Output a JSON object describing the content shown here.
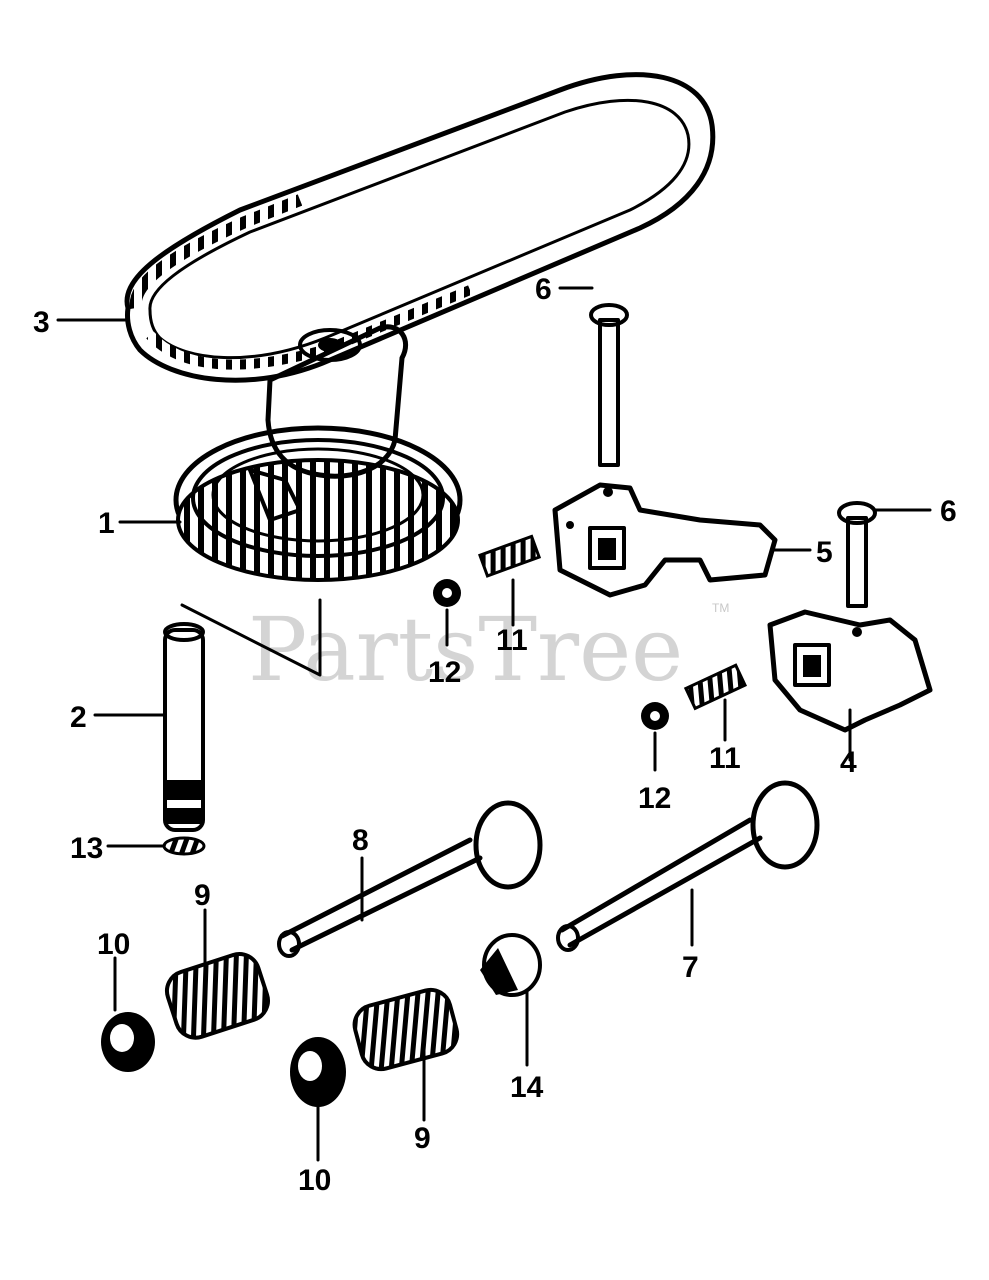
{
  "watermark": {
    "text": "PartsTree",
    "tm": "TM"
  },
  "callouts": [
    {
      "id": "c3",
      "text": "3"
    },
    {
      "id": "c6a",
      "text": "6"
    },
    {
      "id": "c1",
      "text": "1"
    },
    {
      "id": "c6b",
      "text": "6"
    },
    {
      "id": "c5",
      "text": "5"
    },
    {
      "id": "c11a",
      "text": "11"
    },
    {
      "id": "c12a",
      "text": "12"
    },
    {
      "id": "c2",
      "text": "2"
    },
    {
      "id": "c11b",
      "text": "11"
    },
    {
      "id": "c12b",
      "text": "12"
    },
    {
      "id": "c4",
      "text": "4"
    },
    {
      "id": "c13",
      "text": "13"
    },
    {
      "id": "c8",
      "text": "8"
    },
    {
      "id": "c9a",
      "text": "9"
    },
    {
      "id": "c10a",
      "text": "10"
    },
    {
      "id": "c7",
      "text": "7"
    },
    {
      "id": "c14",
      "text": "14"
    },
    {
      "id": "c9b",
      "text": "9"
    },
    {
      "id": "c10b",
      "text": "10"
    }
  ]
}
